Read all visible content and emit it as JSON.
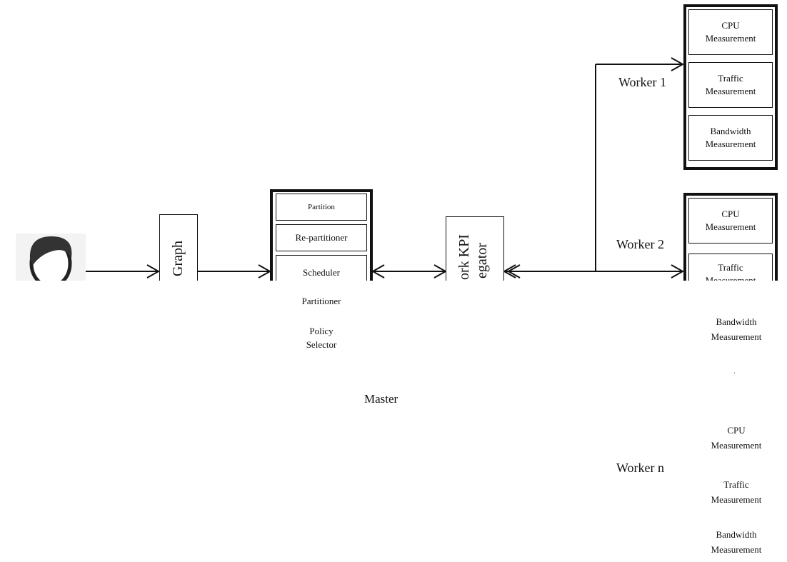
{
  "user": {
    "icon": "user-avatar-icon"
  },
  "graph_box": {
    "label": "Graph"
  },
  "master": {
    "components": {
      "partition": "Partition",
      "repartitioner": "Re-partitioner",
      "scheduler": "Scheduler",
      "partitioner": "Partitioner",
      "policy_selector": "Policy\nSelector"
    },
    "label": "Master"
  },
  "kpi_aggregator": {
    "line1": "ork KPI",
    "line2": "egator"
  },
  "workers": [
    {
      "label": "Worker 1",
      "modules": [
        "CPU\nMeasurement",
        "Traffic\nMeasurement",
        "Bandwidth\nMeasurement"
      ]
    },
    {
      "label": "Worker 2",
      "modules": [
        "CPU\nMeasurement",
        "Traffic\nMeasurement",
        "Bandwidth\nMeasurement"
      ]
    },
    {
      "label": "Worker n",
      "modules": [
        "CPU\nMeasurement",
        "Traffic\nMeasurement",
        "Bandwidth\nMeasurement"
      ]
    }
  ],
  "ellipsis_mark": "."
}
